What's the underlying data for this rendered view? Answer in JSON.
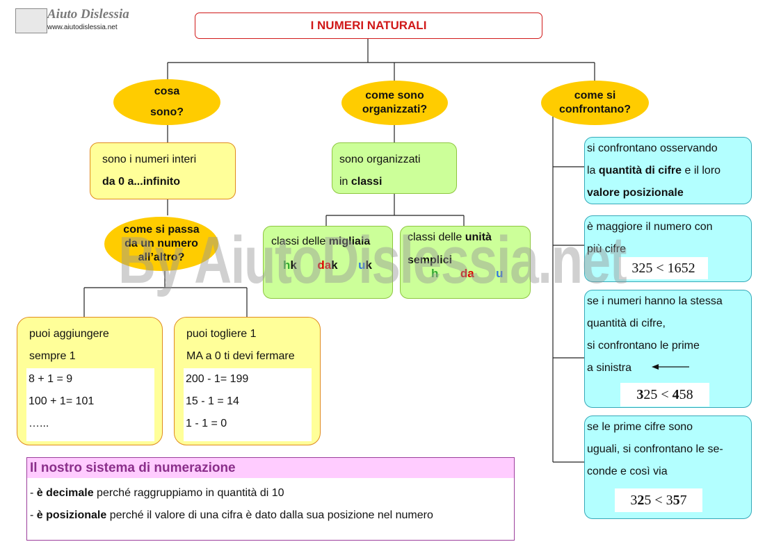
{
  "logo": {
    "name": "Aiuto Dislessia",
    "url": "www.aiutodislessia.net"
  },
  "watermark": "By AiutoDislessia.net",
  "title": "I NUMERI NATURALI",
  "colors": {
    "title": "#d01818",
    "oval": "#ffcc00",
    "green_letter": "#33aa33",
    "red_letter": "#dd0000",
    "blue_letter": "#3377dd"
  },
  "ovals": {
    "cosa": [
      "cosa",
      "sono?"
    ],
    "organizzati": [
      "come sono",
      "organizzati?"
    ],
    "confrontano": [
      "come si",
      "confrontano?"
    ],
    "passa": [
      "come si passa",
      "da un numero",
      "all’altro?"
    ]
  },
  "def_box": {
    "line1": "sono i numeri interi",
    "line2": "da 0 a...infinito"
  },
  "org_box": {
    "line1": "sono organizzati",
    "line2_prefix": "in ",
    "line2_bold": "classi"
  },
  "migliaia": {
    "prefix": "classi delle ",
    "bold": "migliaia",
    "units": [
      {
        "color_part": "h",
        "dark_part": "k"
      },
      {
        "color_part": "da",
        "dark_part": "k"
      },
      {
        "color_part": "u",
        "dark_part": "k"
      }
    ]
  },
  "semplici": {
    "prefix": "classi delle ",
    "bold1": "unità",
    "bold2": "semplici",
    "units": [
      "h",
      "da",
      "u"
    ]
  },
  "add_box": {
    "line1": "puoi  aggiungere",
    "line2": "sempre 1",
    "examples": [
      "8 + 1 = 9",
      "100 + 1= 101",
      "…..."
    ]
  },
  "sub_box": {
    "line1": "puoi  togliere 1",
    "line2": "MA a 0 ti devi fermare",
    "examples": [
      "200 - 1= 199",
      "15 - 1 = 14",
      "1 - 1 = 0"
    ]
  },
  "compare": {
    "box1": {
      "line1": "si confrontano osservando",
      "line2_prefix": "la ",
      "line2_bold": "quantità di cifre",
      "line2_suffix": " e il loro",
      "line3": "valore posizionale"
    },
    "box2": {
      "line1": "è maggiore il numero con",
      "line2": "più cifre",
      "example": {
        "a": "325",
        "op": "<",
        "b": "1652"
      }
    },
    "box3": {
      "line1": "se i numeri hanno la stessa",
      "line2": "quantità di cifre,",
      "line3": "si confrontano le prime",
      "line4": "a sinistra",
      "example": {
        "a_bold": "3",
        "a_rest": "25",
        "op": "<",
        "b_bold": "4",
        "b_rest": "58"
      }
    },
    "box4": {
      "line1": "se le prime cifre sono",
      "line2": "uguali, si confrontano le se-",
      "line3": "conde e così via",
      "example": {
        "a_pre": "3",
        "a_bold": "2",
        "a_rest": "5",
        "op": "<",
        "b_pre": "3",
        "b_bold": "5",
        "b_rest": "7"
      }
    }
  },
  "legend": {
    "heading": "Il nostro  sistema di numerazione",
    "line1": {
      "dash": "- ",
      "bold": "è decimale",
      "rest": " perché raggruppiamo in quantità di 10"
    },
    "line2": {
      "dash": "- ",
      "bold": "è posizionale",
      "rest": " perché il valore di una cifra è dato dalla sua posizione nel numero"
    }
  }
}
